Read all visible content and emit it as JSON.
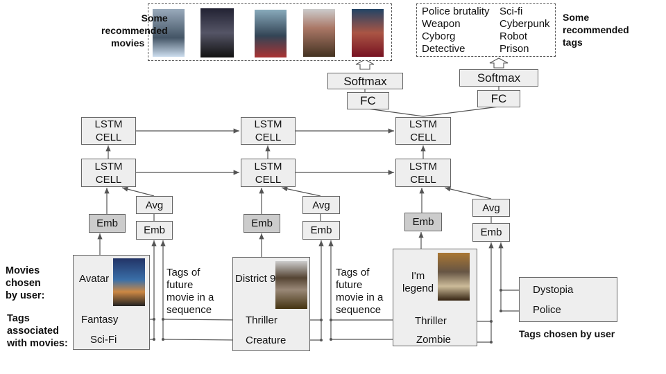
{
  "recommended_movies_label": [
    "Some",
    "recommended",
    "movies"
  ],
  "recommended_tags_label": [
    "Some",
    "recommended",
    "tags"
  ],
  "recommended_tags": [
    [
      "Police brutality",
      "Weapon",
      "Cyborg",
      "Detective"
    ],
    [
      "Sci-fi",
      "Cyberpunk",
      "Robot",
      "Prison"
    ]
  ],
  "softmax": "Softmax",
  "fc": "FC",
  "lstm": [
    "LSTM",
    "CELL"
  ],
  "emb": "Emb",
  "avg": "Avg",
  "movies_chosen_label": [
    "Movies",
    "chosen",
    "by user:"
  ],
  "tags_associated_label": [
    "Tags",
    "associated",
    "with movies:"
  ],
  "future_tags_label": [
    "Tags of",
    "future",
    "movie in a",
    "sequence"
  ],
  "movies": [
    {
      "title": "Avatar",
      "tags": [
        "Fantasy",
        "Sci-Fi"
      ]
    },
    {
      "title": "District 9",
      "tags": [
        "Thriller",
        "Creature"
      ]
    },
    {
      "title_lines": [
        "I'm",
        "legend"
      ],
      "tags": [
        "Thriller",
        "Zombie"
      ]
    }
  ],
  "user_tags": [
    "Dystopia",
    "Police"
  ],
  "user_tags_label": "Tags chosen by user"
}
